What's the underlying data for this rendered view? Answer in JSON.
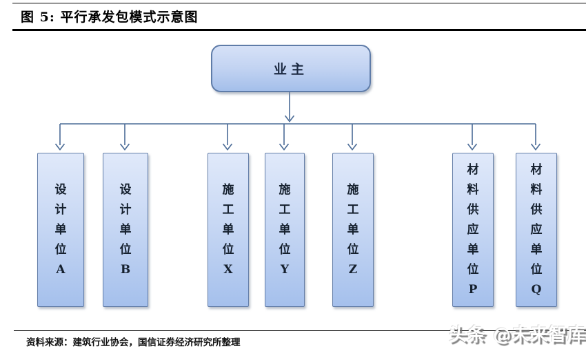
{
  "figure": {
    "title": "图 5: 平行承发包模式示意图",
    "source_label": "资料来源：",
    "source_text": "建筑行业协会，国信证券经济研究所整理",
    "watermark": "头条 @未来智库"
  },
  "diagram": {
    "type": "org-flowchart",
    "root": {
      "label": "业主"
    },
    "units": [
      {
        "label": "设计单位A"
      },
      {
        "label": "设计单位B"
      },
      {
        "label": "施工单位X"
      },
      {
        "label": "施工单位Y"
      },
      {
        "label": "施工单位Z"
      },
      {
        "label": "材料供应单位P"
      },
      {
        "label": "材料供应单位Q"
      }
    ],
    "edges": "业主 connects downward to all seven units in parallel"
  },
  "colors": {
    "box_border": "#647ea8",
    "box_fill_top": "#e0e9fa",
    "box_fill_bottom": "#a5c0ec",
    "connector": "#4a6b96",
    "title_text": "#000000",
    "rule": "#000000",
    "watermark_text": "#ffffff"
  }
}
